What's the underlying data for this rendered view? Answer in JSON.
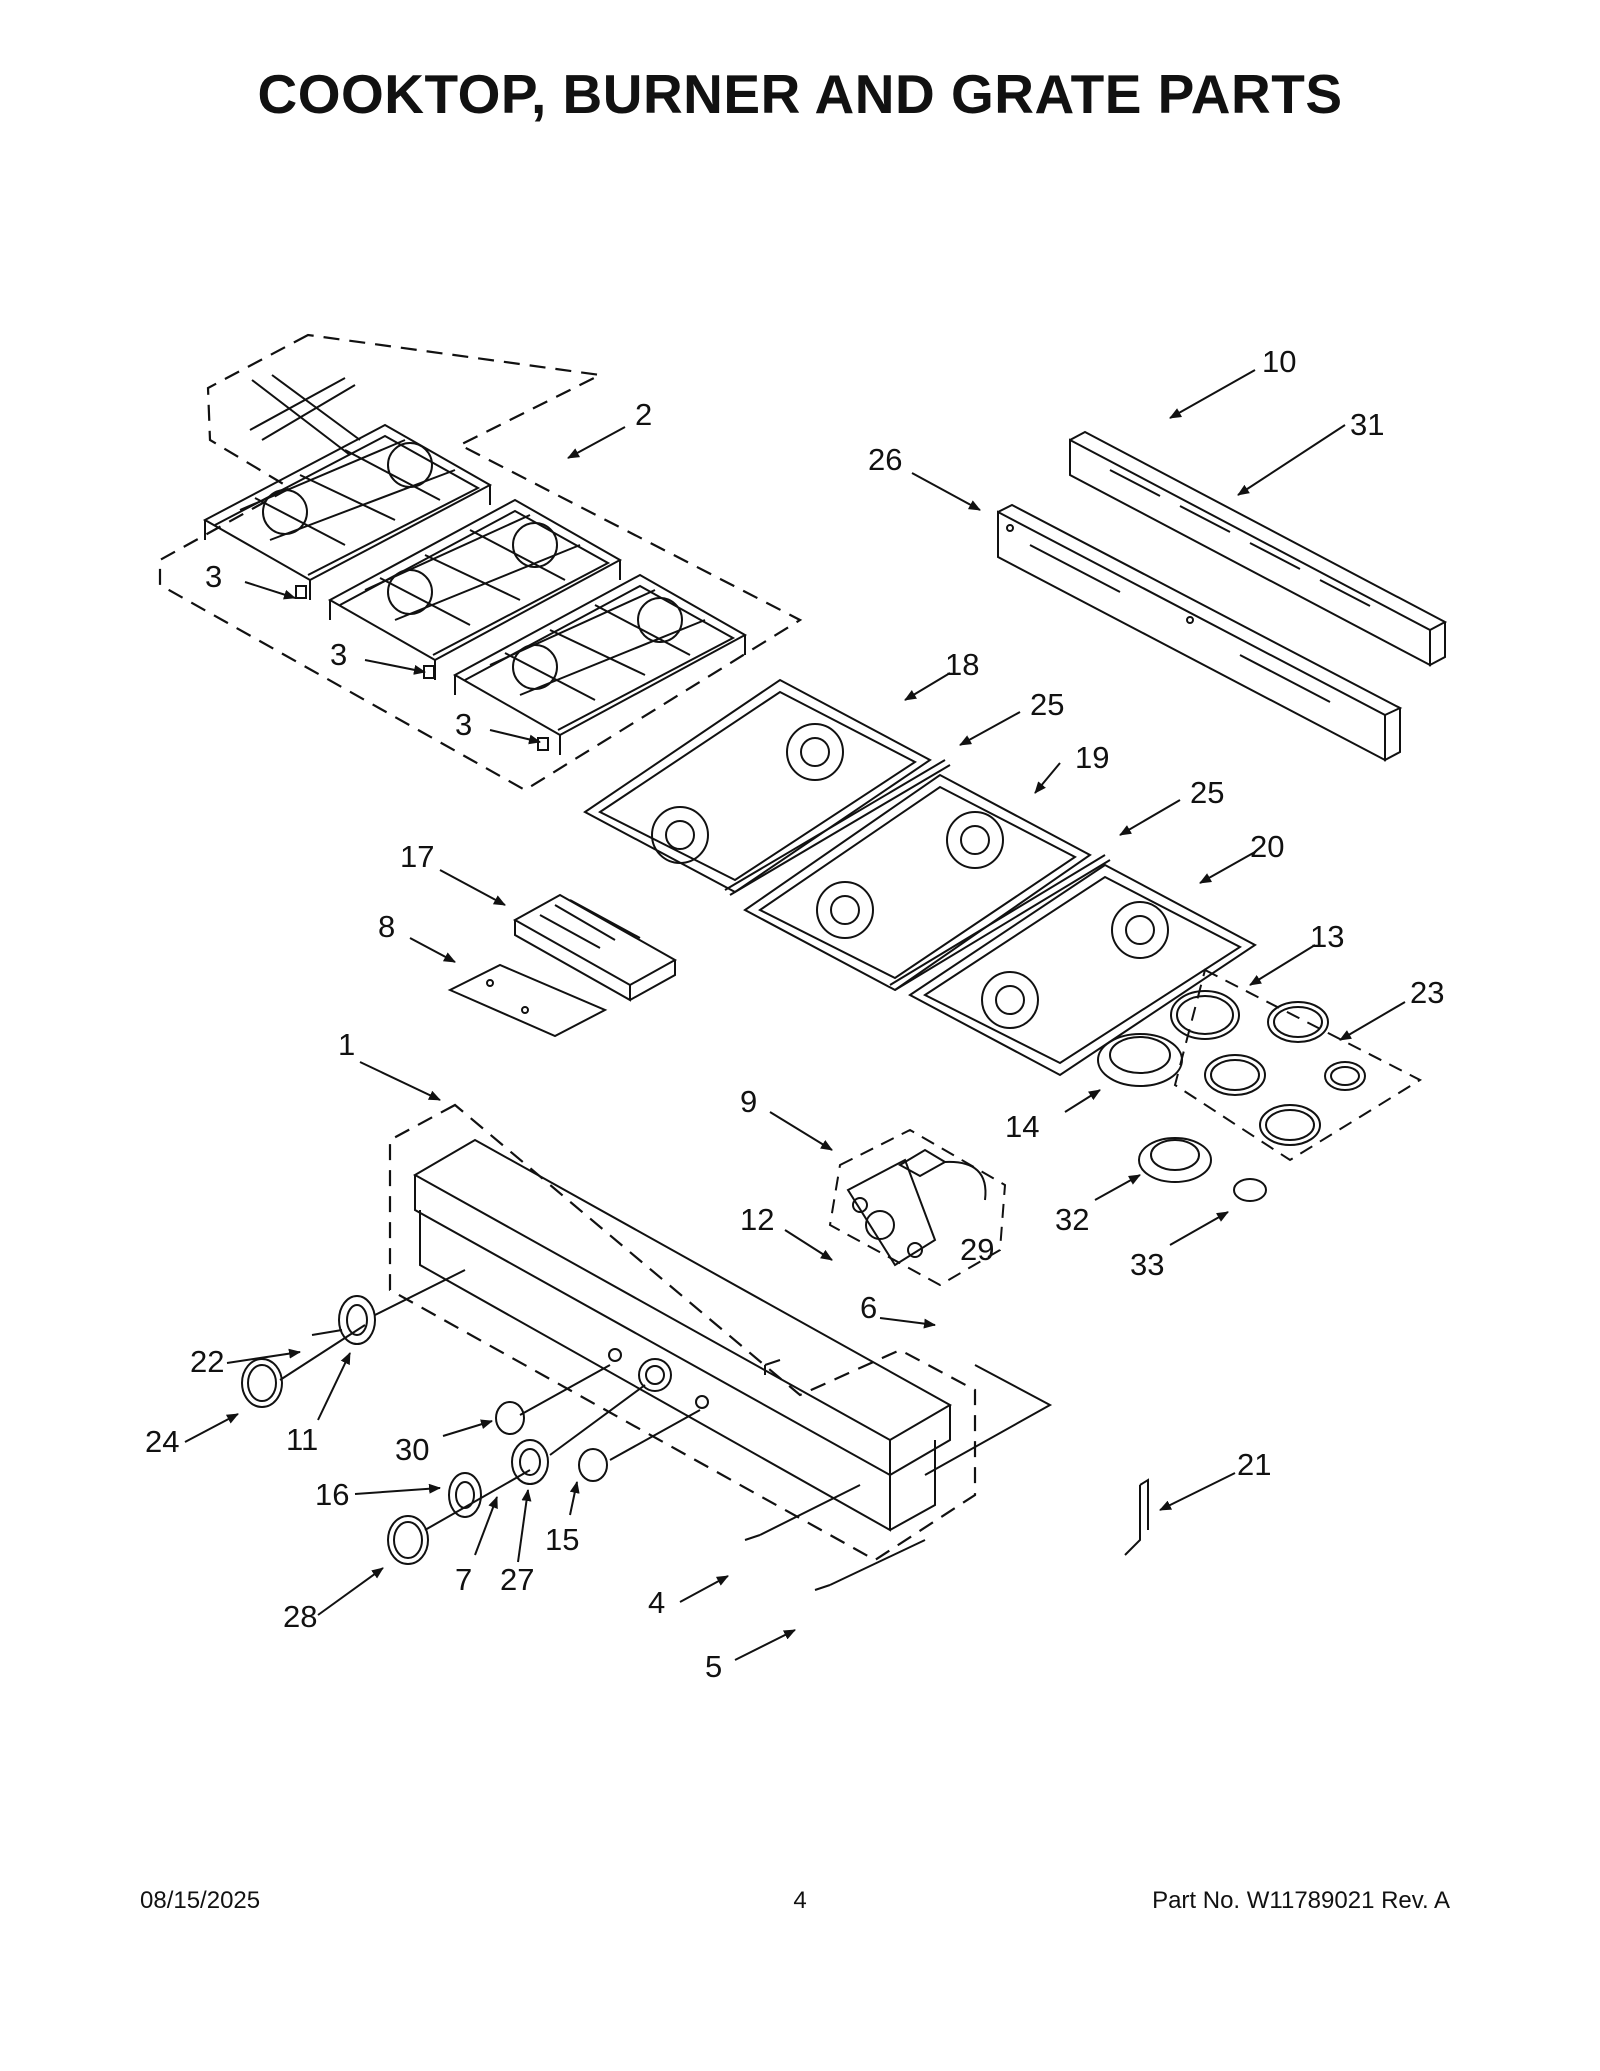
{
  "page": {
    "title": "COOKTOP, BURNER AND GRATE PARTS"
  },
  "callouts": {
    "c1": "1",
    "c2": "2",
    "c3a": "3",
    "c3b": "3",
    "c3c": "3",
    "c4": "4",
    "c5": "5",
    "c6": "6",
    "c7": "7",
    "c8": "8",
    "c9": "9",
    "c10": "10",
    "c11": "11",
    "c12": "12",
    "c13": "13",
    "c14": "14",
    "c15": "15",
    "c16": "16",
    "c17": "17",
    "c18": "18",
    "c19": "19",
    "c20": "20",
    "c21": "21",
    "c22": "22",
    "c23": "23",
    "c24": "24",
    "c25a": "25",
    "c25b": "25",
    "c26": "26",
    "c27": "27",
    "c28": "28",
    "c29": "29",
    "c30": "30",
    "c31": "31",
    "c32": "32",
    "c33": "33"
  },
  "footer": {
    "date": "08/15/2025",
    "page_number": "4",
    "part_number": "Part No.  W11789021  Rev.  A"
  }
}
